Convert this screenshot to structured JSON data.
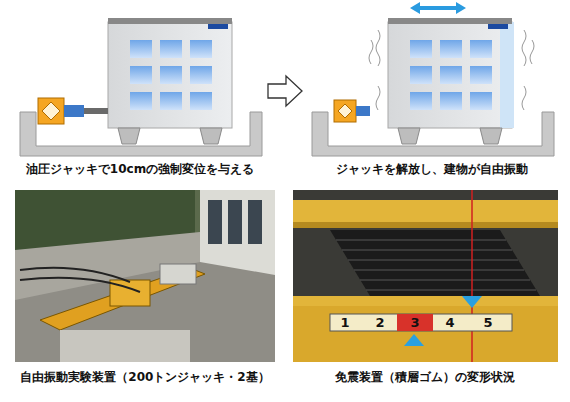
{
  "diagram": {
    "labels": [
      "油圧ジャッキで10cmの強制変位を与える",
      "ジャッキを解放し、建物が自由振動",
      "自由振動実験装置（200トンジャッキ・2基）",
      "免震装置（積層ゴム）の変形状況",
      "1",
      "2",
      "3",
      "4",
      "5"
    ]
  }
}
